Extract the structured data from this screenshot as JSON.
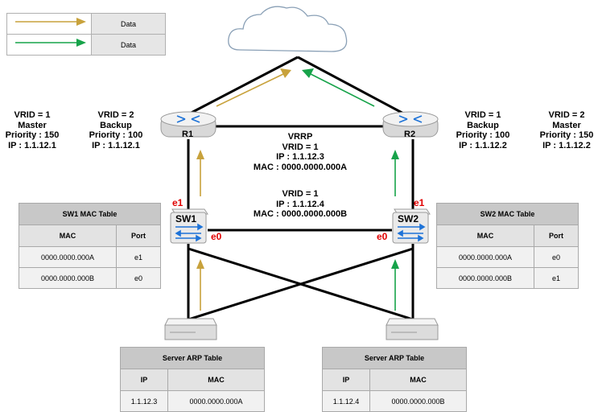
{
  "legend": [
    {
      "label": "Data",
      "color": "#c8a23c"
    },
    {
      "label": "Data",
      "color": "#17a34a"
    }
  ],
  "colors": {
    "arrow_gold": "#c8a23c",
    "arrow_green": "#17a34a",
    "port_red": "#e00000"
  },
  "r1": {
    "label": "R1",
    "vrid1": {
      "l1": "VRID = 1",
      "l2": "Master",
      "l3": "Priority : 150",
      "l4": "IP : 1.1.12.1"
    },
    "vrid2": {
      "l1": "VRID = 2",
      "l2": "Backup",
      "l3": "Priority : 100",
      "l4": "IP : 1.1.12.1"
    }
  },
  "r2": {
    "label": "R2",
    "vrid1": {
      "l1": "VRID = 1",
      "l2": "Backup",
      "l3": "Priority : 100",
      "l4": "IP : 1.1.12.2"
    },
    "vrid2": {
      "l1": "VRID = 2",
      "l2": "Master",
      "l3": "Priority : 150",
      "l4": "IP : 1.1.12.2"
    }
  },
  "vrrp": {
    "title": "VRRP",
    "v1": {
      "id": "VRID = 1",
      "ip": "IP : 1.1.12.3",
      "mac": "MAC : 0000.0000.000A"
    },
    "v2": {
      "id": "VRID = 1",
      "ip": "IP : 1.1.12.4",
      "mac": "MAC : 0000.0000.000B"
    }
  },
  "sw1": {
    "label": "SW1",
    "ports": {
      "up": "e1",
      "right": "e0"
    },
    "table": {
      "title": "SW1 MAC Table",
      "headers": [
        "MAC",
        "Port"
      ],
      "rows": [
        [
          "0000.0000.000A",
          "e1"
        ],
        [
          "0000.0000.000B",
          "e0"
        ]
      ]
    }
  },
  "sw2": {
    "label": "SW2",
    "ports": {
      "up": "e1",
      "left": "e0"
    },
    "table": {
      "title": "SW2 MAC Table",
      "headers": [
        "MAC",
        "Port"
      ],
      "rows": [
        [
          "0000.0000.000A",
          "e0"
        ],
        [
          "0000.0000.000B",
          "e1"
        ]
      ]
    }
  },
  "server1": {
    "table": {
      "title": "Server ARP Table",
      "headers": [
        "IP",
        "MAC"
      ],
      "rows": [
        [
          "1.1.12.3",
          "0000.0000.000A"
        ]
      ]
    }
  },
  "server2": {
    "table": {
      "title": "Server ARP Table",
      "headers": [
        "IP",
        "MAC"
      ],
      "rows": [
        [
          "1.1.12.4",
          "0000.0000.000B"
        ]
      ]
    }
  },
  "icons": {
    "cloud": "cloud-icon",
    "router": "router-icon",
    "switch": "switch-icon",
    "server": "server-icon"
  }
}
